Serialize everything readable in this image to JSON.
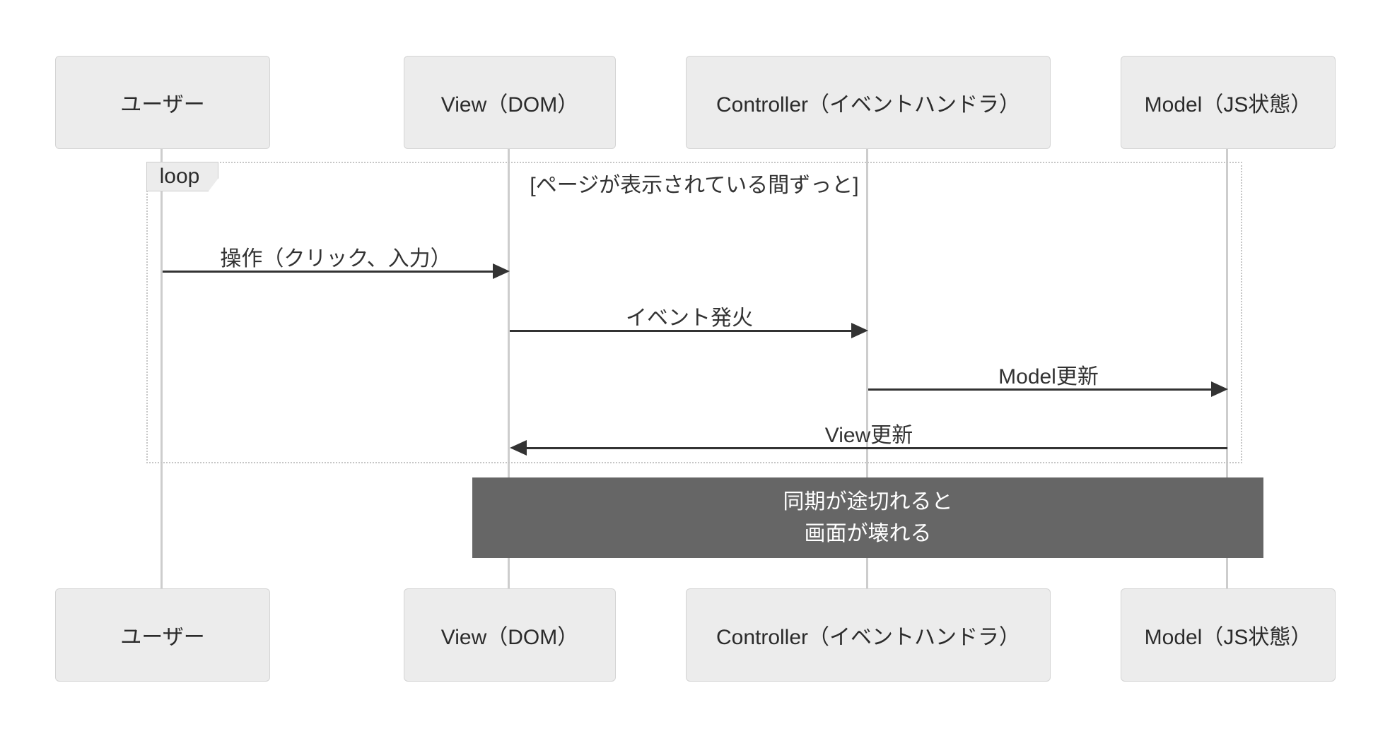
{
  "diagram_type": "sequence-diagram",
  "actors": [
    {
      "label": "ユーザー"
    },
    {
      "label": "View（DOM）"
    },
    {
      "label": "Controller（イベントハンドラ）"
    },
    {
      "label": "Model（JS状態）"
    }
  ],
  "loop": {
    "label": "loop",
    "condition": "[ページが表示されている間ずっと]"
  },
  "messages": [
    {
      "label": "操作（クリック、入力）",
      "from": "ユーザー",
      "to": "View（DOM）",
      "direction": "right"
    },
    {
      "label": "イベント発火",
      "from": "View（DOM）",
      "to": "Controller（イベントハンドラ）",
      "direction": "right"
    },
    {
      "label": "Model更新",
      "from": "Controller（イベントハンドラ）",
      "to": "Model（JS状態）",
      "direction": "right"
    },
    {
      "label": "View更新",
      "from": "Model（JS状態）",
      "to": "View（DOM）",
      "direction": "left"
    }
  ],
  "note": {
    "over": "View（DOM）〜Model（JS状態）",
    "line1": "同期が途切れると",
    "line2": "画面が壊れる"
  },
  "colors": {
    "background": "#ffffff",
    "actor_fill": "#ececec",
    "actor_border": "#d4d4d4",
    "actor_text": "#2b2b2b",
    "lifeline": "#cdcdcd",
    "loop_border": "#c6c6c6",
    "arrow": "#333333",
    "note_fill": "#666666",
    "note_text": "#ffffff"
  }
}
